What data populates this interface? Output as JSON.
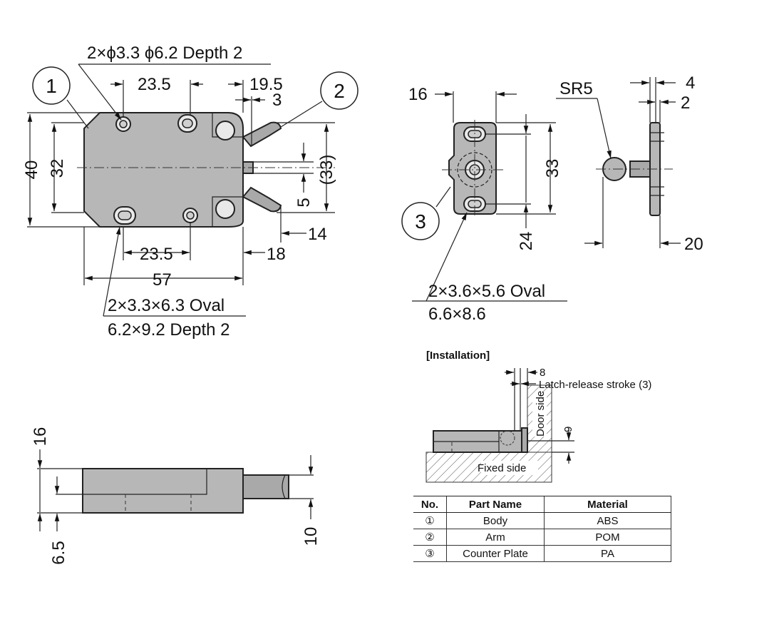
{
  "views": {
    "front": {
      "hole_note": "2×ϕ3.3 ϕ6.2 Depth 2",
      "oval_note_1": "2×3.3×6.3 Oval",
      "oval_note_2": "6.2×9.2 Depth 2",
      "dim_pitch_top": "23.5",
      "dim_pitch_bottom": "23.5",
      "dim_19_5": "19.5",
      "dim_3": "3",
      "dim_40": "40",
      "dim_32": "32",
      "dim_33_ref": "(33)",
      "dim_5": "5",
      "dim_14": "14",
      "dim_18": "18",
      "dim_57": "57",
      "callout_body": "1",
      "callout_arm": "2"
    },
    "counter_plate": {
      "dim_16": "16",
      "dim_33": "33",
      "dim_24": "24",
      "oval_note_1": "2×3.6×5.6 Oval",
      "oval_note_2": "6.6×8.6",
      "callout_plate": "3"
    },
    "side": {
      "dim_sr5": "SR5",
      "dim_4": "4",
      "dim_2": "2",
      "dim_20": "20"
    },
    "bottom": {
      "dim_16": "16",
      "dim_6_5": "6.5",
      "dim_10": "10"
    },
    "installation": {
      "title": "[Installation]",
      "dim_8": "8",
      "stroke_label": "Latch-release stroke (3)",
      "door_side": "Door side",
      "fixed_side": "Fixed side",
      "dim_9": "9"
    }
  },
  "parts_table": {
    "headers": [
      "No.",
      "Part Name",
      "Material"
    ],
    "rows": [
      [
        "①",
        "Body",
        "ABS"
      ],
      [
        "②",
        "Arm",
        "POM"
      ],
      [
        "③",
        "Counter Plate",
        "PA"
      ]
    ]
  },
  "colors": {
    "part_fill": "#b7b7b7",
    "line": "#222222"
  }
}
